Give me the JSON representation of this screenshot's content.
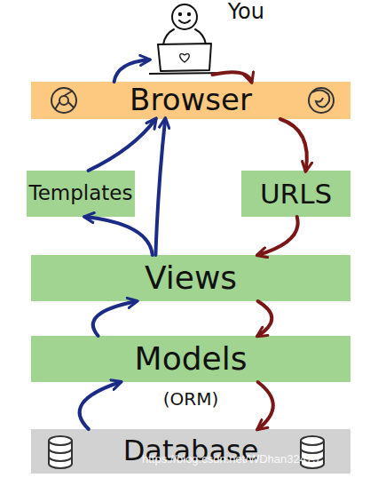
{
  "diagram": {
    "nodes": [
      {
        "text": [
          "You"
        ]
      },
      {
        "text": [
          "Browser"
        ]
      },
      {
        "text": [
          "Templates"
        ]
      },
      {
        "text": [
          "URLS"
        ]
      },
      {
        "text": [
          "Views"
        ]
      },
      {
        "text": [
          "Models",
          "(ORM)"
        ]
      },
      {
        "text": [
          "Database"
        ]
      }
    ],
    "edges": [
      {
        "from": 0,
        "to": 1,
        "arrow": "to"
      },
      {
        "from": 1,
        "to": 3,
        "arrow": "to"
      },
      {
        "from": 3,
        "to": 4,
        "arrow": "to"
      },
      {
        "from": 4,
        "to": 5,
        "arrow": "to"
      },
      {
        "from": 5,
        "to": 6,
        "arrow": "to"
      },
      {
        "from": 6,
        "to": 5,
        "arrow": "to"
      },
      {
        "from": 5,
        "to": 4,
        "arrow": "to"
      },
      {
        "from": 4,
        "to": 2,
        "arrow": "to"
      },
      {
        "from": 2,
        "to": 1,
        "arrow": "to"
      },
      {
        "from": 4,
        "to": 1,
        "arrow": "to"
      },
      {
        "from": 1,
        "to": 0,
        "arrow": "to"
      }
    ],
    "labels": [
      "https://blog.csdn.net/WDhan32475"
    ]
  }
}
